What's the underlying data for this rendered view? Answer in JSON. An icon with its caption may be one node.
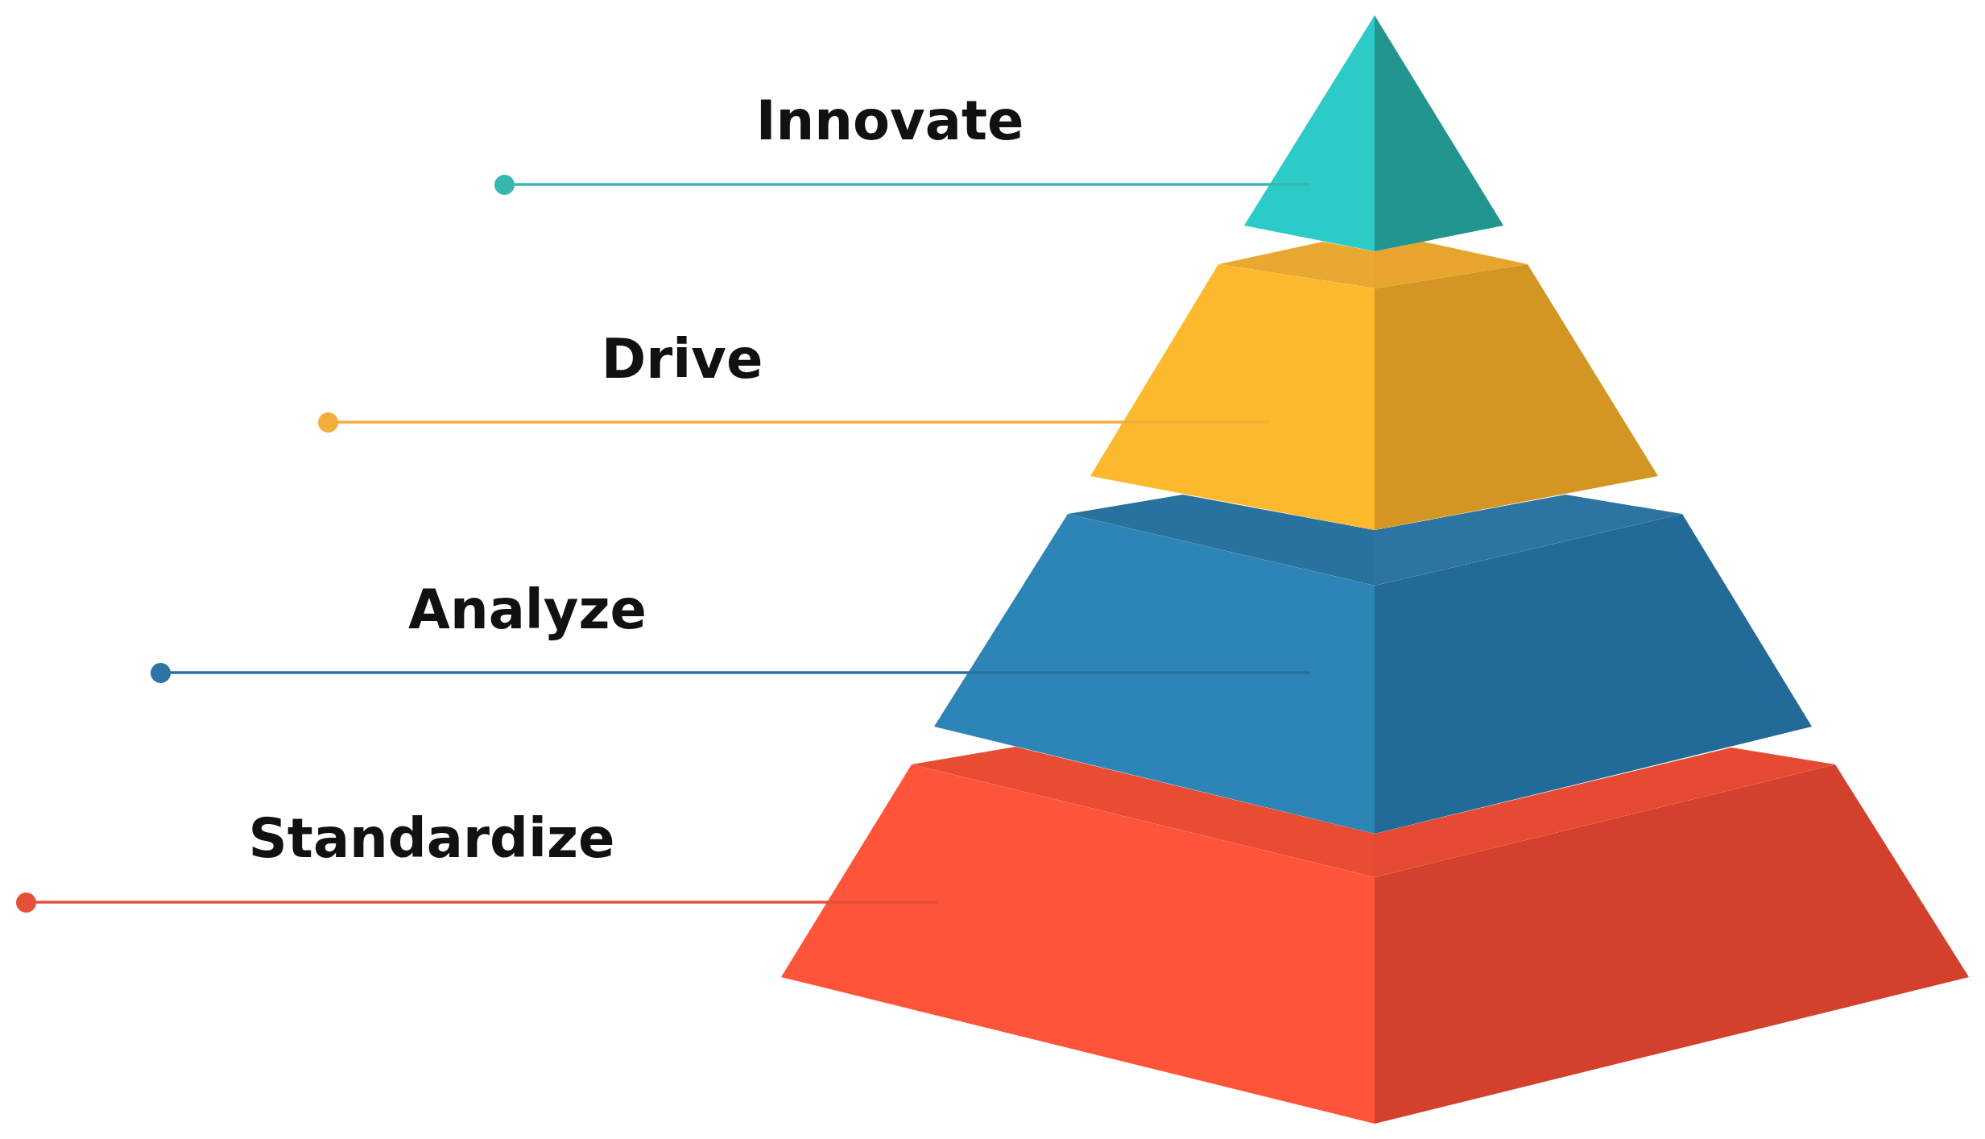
{
  "diagram": {
    "nodes": [
      {
        "text": [],
        "shape": "circle"
      },
      {
        "text": [],
        "shape": "triangle"
      },
      {
        "text": [],
        "shape": "circle"
      },
      {
        "text": [],
        "shape": "trapezoid"
      },
      {
        "text": [],
        "shape": "circle"
      },
      {
        "text": [],
        "shape": "trapezoid"
      },
      {
        "text": [],
        "shape": "circle"
      },
      {
        "text": [],
        "shape": "trapezoid"
      }
    ],
    "edges": [
      {
        "from": 0,
        "to": 1,
        "arrow": "none",
        "color": "#38b7b2"
      },
      {
        "from": 2,
        "to": 3,
        "arrow": "none",
        "color": "#f2ad3a"
      },
      {
        "from": 4,
        "to": 5,
        "arrow": "none",
        "color": "#2b6f9d"
      },
      {
        "from": 6,
        "to": 7,
        "arrow": "none",
        "color": "#e5503b"
      }
    ],
    "labels": [
      "Innovate",
      "Drive",
      "Analyze",
      "Standardize"
    ]
  }
}
